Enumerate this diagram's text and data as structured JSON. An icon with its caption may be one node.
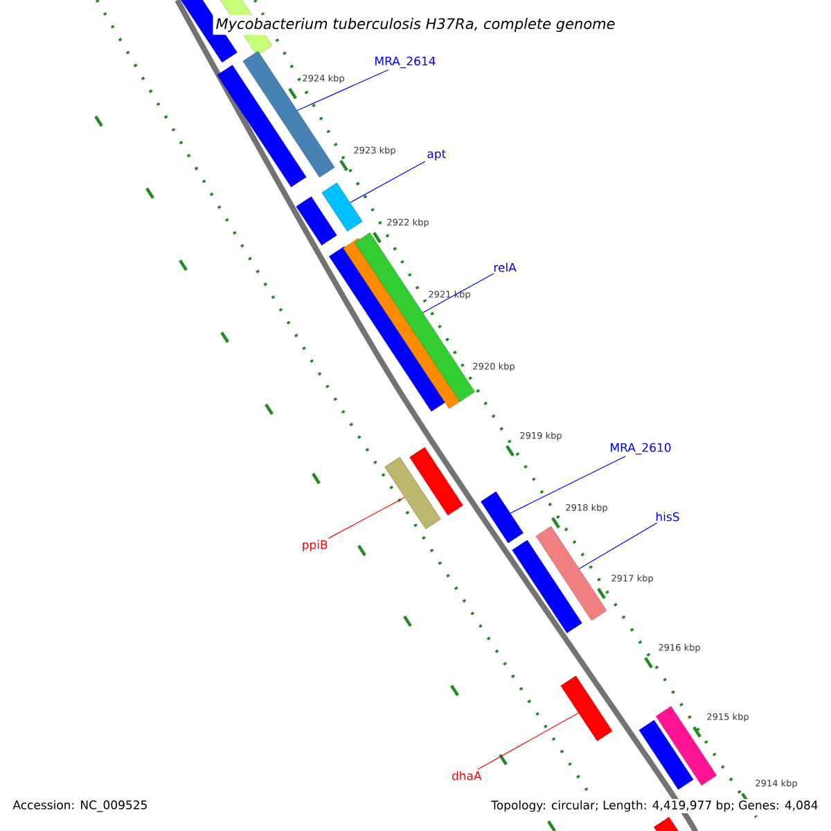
{
  "diagram": {
    "title": "Mycobacterium tuberculosis H37Ra, complete genome",
    "nodes": [
      {
        "text": [
          "MRA_2614"
        ]
      },
      {
        "text": [
          "apt"
        ]
      },
      {
        "text": [
          "relA"
        ]
      },
      {
        "text": [
          "MRA_2610"
        ]
      },
      {
        "text": [
          "hisS"
        ]
      },
      {
        "text": [
          "ppiB"
        ]
      },
      {
        "text": [
          "dhaA"
        ]
      },
      {
        "text": [],
        "shape": "bar"
      },
      {
        "text": [],
        "shape": "bar"
      },
      {
        "text": [],
        "shape": "bar"
      },
      {
        "text": [],
        "shape": "bar"
      },
      {
        "text": [],
        "shape": "bar"
      },
      {
        "text": [],
        "shape": "bar"
      },
      {
        "text": [],
        "shape": "bar"
      },
      {
        "text": [],
        "shape": "bar"
      },
      {
        "text": [],
        "shape": "bar"
      },
      {
        "text": [],
        "shape": "bar"
      },
      {
        "text": [],
        "shape": "bar"
      },
      {
        "text": [],
        "shape": "bar"
      },
      {
        "text": [],
        "shape": "bar"
      },
      {
        "text": [],
        "shape": "bar"
      },
      {
        "text": [],
        "shape": "bar"
      },
      {
        "text": [],
        "shape": "bar"
      },
      {
        "text": [],
        "shape": "bar"
      },
      {
        "text": [],
        "shape": "bar"
      }
    ],
    "edges": [
      {
        "from": 0,
        "to": 10,
        "arrow": "none"
      },
      {
        "from": 1,
        "to": 12,
        "arrow": "none"
      },
      {
        "from": 2,
        "to": 15,
        "arrow": "none"
      },
      {
        "from": 3,
        "to": 18,
        "arrow": "none"
      },
      {
        "from": 4,
        "to": 19,
        "arrow": "none"
      },
      {
        "from": 5,
        "to": 17,
        "arrow": "none",
        "color": "#ff0000"
      },
      {
        "from": 6,
        "to": 21,
        "arrow": "none",
        "color": "#ff0000"
      }
    ],
    "labels": [
      "2924 kbp",
      "2923 kbp",
      "2922 kbp",
      "2921 kbp",
      "2920 kbp",
      "2919 kbp",
      "2918 kbp",
      "2917 kbp",
      "2916 kbp",
      "2915 kbp",
      "2914 kbp",
      "Accession: NC_009525",
      "Topology: circular; Length: 4,419,977 bp; Genes: 4,084"
    ]
  }
}
